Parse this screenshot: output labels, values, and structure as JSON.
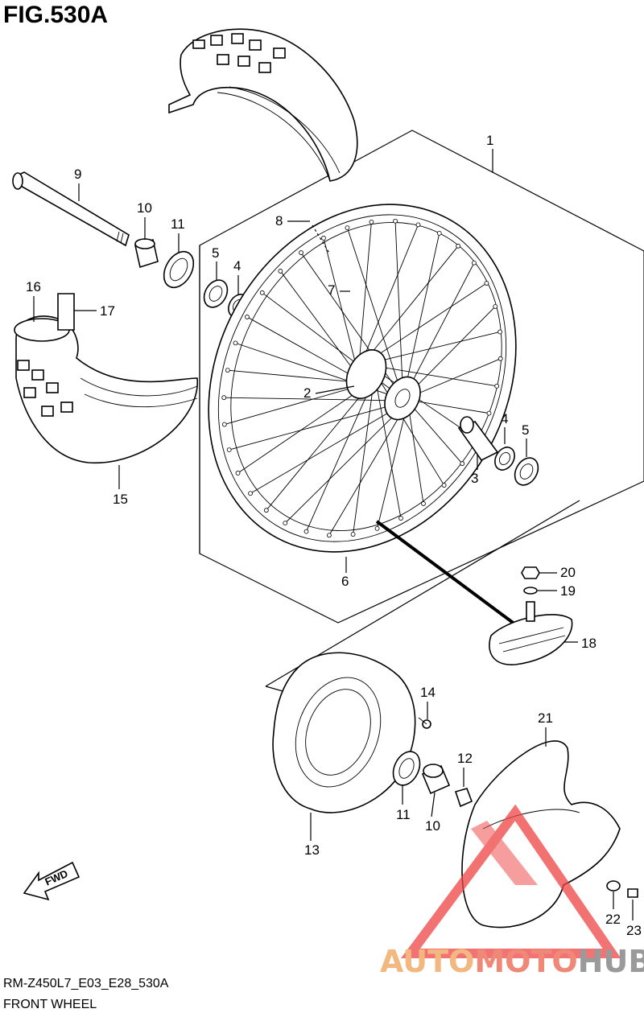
{
  "figure": {
    "title": "FIG.530A",
    "code": "RM-Z450L7_E03_E28_530A",
    "name": "FRONT WHEEL"
  },
  "fwd_label": "FWD",
  "watermark": {
    "part1": "AUTO",
    "part2": "MOTO",
    "part3": "HUB",
    "colors": {
      "auto": "#f2b880",
      "moto": "#f08878",
      "hub": "#9a9a9a",
      "logo": "#ee4444"
    }
  },
  "callouts": [
    "1",
    "2",
    "3",
    "4",
    "5",
    "6",
    "7",
    "8",
    "9",
    "10",
    "11",
    "4",
    "5",
    "16",
    "17",
    "15",
    "20",
    "19",
    "18",
    "14",
    "12",
    "11",
    "10",
    "13",
    "21",
    "22",
    "23"
  ]
}
